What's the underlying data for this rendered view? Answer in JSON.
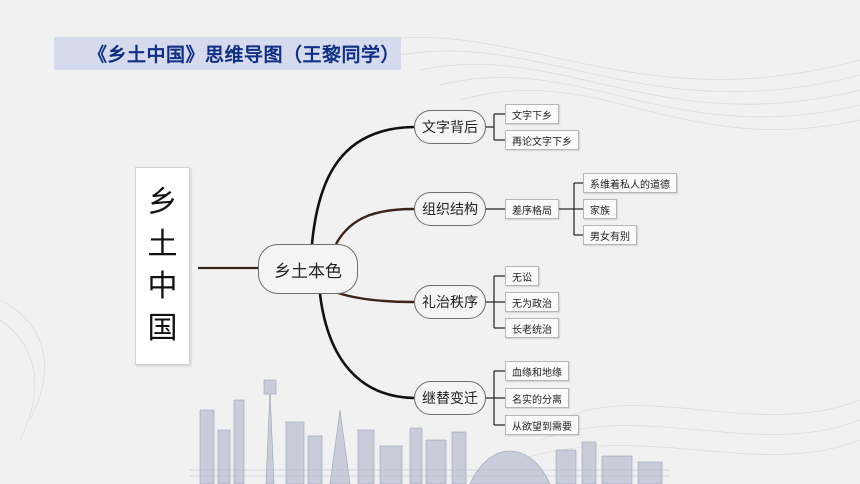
{
  "title": "《乡土中国》思维导图（王黎同学）",
  "root": {
    "chars": [
      "乡",
      "土",
      "中",
      "国"
    ]
  },
  "center": "乡土本色",
  "branches": [
    {
      "label": "文字背后",
      "leaves": [
        "文字下乡",
        "再论文字下乡"
      ]
    },
    {
      "label": "组织结构",
      "mid": "差序格局",
      "leaves": [
        "系维着私人的道德",
        "家族",
        "男女有别"
      ]
    },
    {
      "label": "礼治秩序",
      "leaves": [
        "无讼",
        "无为政治",
        "长老统治"
      ]
    },
    {
      "label": "继替变迁",
      "leaves": [
        "血缘和地缘",
        "名实的分离",
        "从欲望到需要"
      ]
    }
  ],
  "colors": {
    "title_bg": "#d5daec",
    "title_text": "#0f2f85",
    "line_dark": "#1a1a1a",
    "line_brown": "#3d2418"
  }
}
